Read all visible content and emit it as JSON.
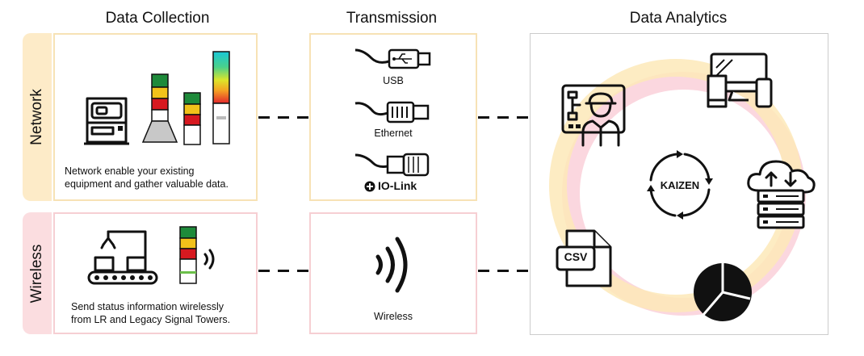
{
  "columns": {
    "collection": "Data Collection",
    "transmission": "Transmission",
    "analytics": "Data Analytics"
  },
  "rows": {
    "network": {
      "label": "Network",
      "description_line1": "Network enable your existing",
      "description_line2": "equipment and gather valuable data."
    },
    "wireless": {
      "label": "Wireless",
      "description_line1": "Send status information wirelessly",
      "description_line2": "from LR and Legacy Signal Towers."
    }
  },
  "transmission": {
    "usb": "USB",
    "ethernet": "Ethernet",
    "iolink_brand": "IO-Link",
    "wireless": "Wireless"
  },
  "analytics": {
    "center": "KAIZEN",
    "csv": "CSV"
  },
  "colors": {
    "network_tab": "#fdebc8",
    "network_border": "#f7e2b5",
    "wireless_tab": "#fbdde0",
    "wireless_border": "#f6cfd3",
    "ring_yellow": "#fde9b8",
    "ring_pink": "#fbd3dc",
    "analytics_border": "#cccccc",
    "signal_green": "#1e8a3a",
    "signal_yellow": "#f2c21a",
    "signal_red": "#d71920"
  },
  "icons": [
    "machine-icon",
    "signal-tower-icon",
    "usb-cable-icon",
    "ethernet-cable-icon",
    "iolink-cable-icon",
    "robot-arm-conveyor-icon",
    "wireless-waves-icon",
    "engineer-monitor-icon",
    "devices-icon",
    "cloud-server-icon",
    "pie-chart-icon",
    "csv-file-icon",
    "cycle-arrows-icon"
  ]
}
